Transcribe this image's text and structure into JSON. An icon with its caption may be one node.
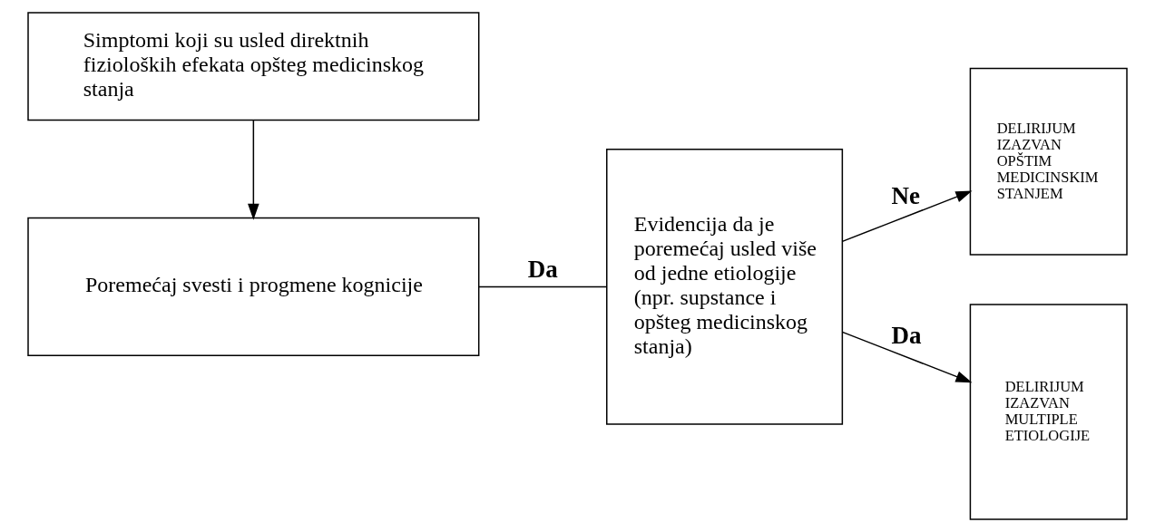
{
  "diagram": {
    "nodes": [
      {
        "text": [
          "Simptomi koji su usled direktnih fizioloških efekata opšteg medicinskog stanja"
        ]
      },
      {
        "text": [
          "Poremećaj svesti i progmene kognicije"
        ]
      },
      {
        "text": [
          "Evidencija da je poremećaj usled više od jedne etiologije (npr. supstance i opšteg medicinskog stanja)"
        ]
      },
      {
        "text": [
          "DELIRIJUM IZAZVAN OPŠTIM MEDICINSKIM STANJEM"
        ]
      },
      {
        "text": [
          "DELIRIJUM IZAZVAN MULTIPLE ETIOLOGIJE"
        ]
      }
    ],
    "edges": [
      {
        "from": 0,
        "to": 1,
        "arrow": "to"
      },
      {
        "from": 1,
        "to": 2,
        "arrow": "none",
        "label": "Da"
      },
      {
        "from": 2,
        "to": 3,
        "arrow": "to",
        "label": "Ne"
      },
      {
        "from": 2,
        "to": 4,
        "arrow": "to",
        "label": "Da"
      }
    ]
  }
}
